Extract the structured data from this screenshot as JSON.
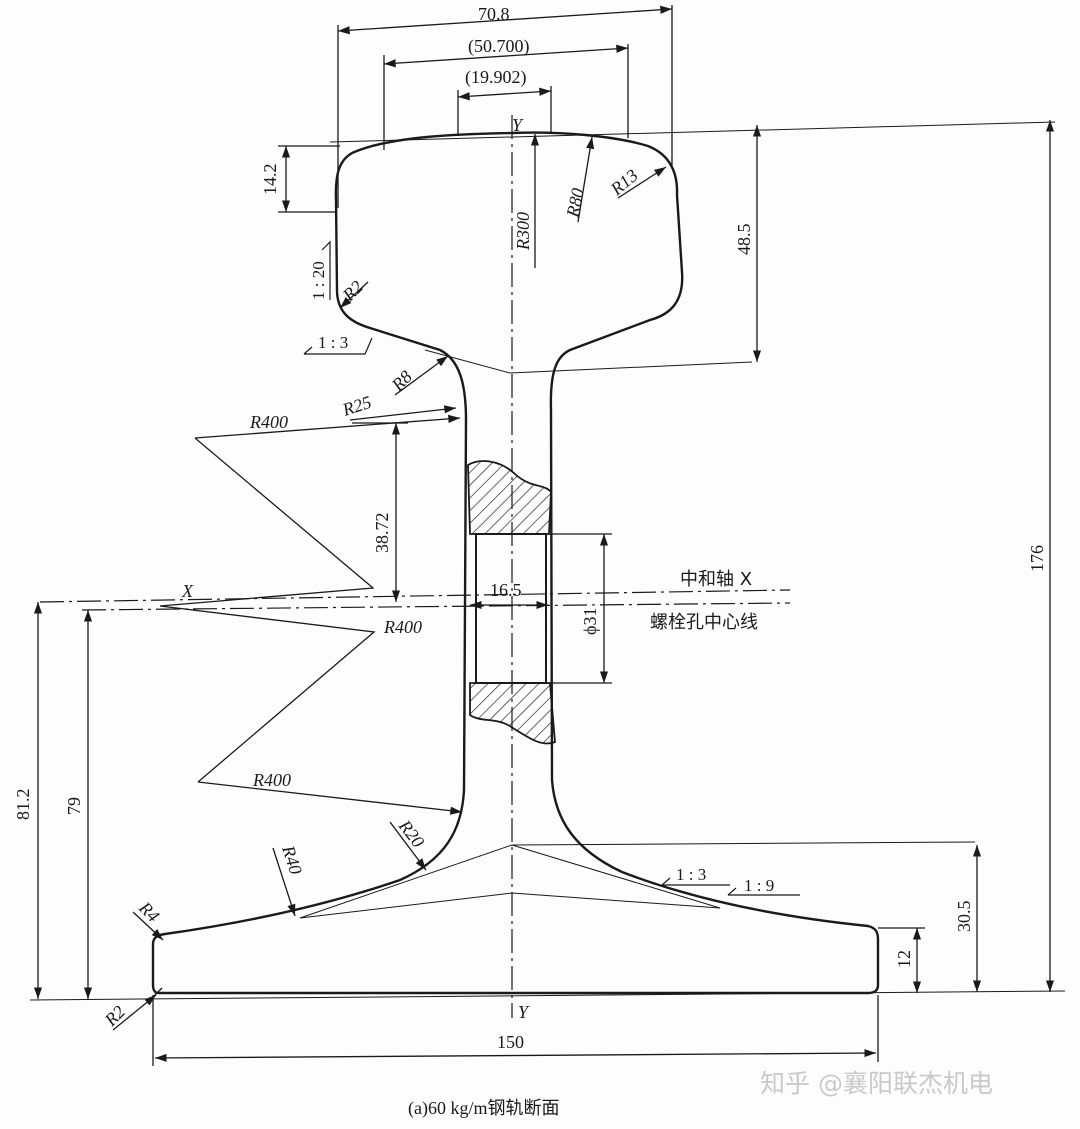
{
  "dimensions": {
    "head_width": "70.8",
    "head_mid": "(50.700)",
    "head_crown": "(19.902)",
    "head_side": "14.2",
    "head_height": "48.5",
    "neutral_dist": "38.72",
    "web_thickness": "16.5",
    "hole_diameter": "ϕ31",
    "total_height": "176",
    "neutral_height": "81.2",
    "hole_height": "79",
    "base_height": "30.5",
    "base_edge": "12",
    "base_width": "150"
  },
  "radii": {
    "r300": "R300",
    "r80": "R80",
    "r13": "R13",
    "r2_head": "R2",
    "r8": "R8",
    "r25": "R25",
    "r400_top": "R400",
    "r400_mid": "R400",
    "r400_low": "R400",
    "r20": "R20",
    "r40": "R40",
    "r4": "R4",
    "r2_base": "R2"
  },
  "slopes": {
    "head_side": "1 : 20",
    "head_under": "1 : 3",
    "base_top_inner": "1 : 3",
    "base_top_outer": "1 : 9"
  },
  "axes": {
    "y_top": "Y",
    "y_bottom": "Y",
    "x_left": "X",
    "neutral_axis": "中和轴 X",
    "bolt_hole_center": "螺栓孔中心线"
  },
  "caption": "(a)60 kg/m钢轨断面",
  "watermark": "知乎 @襄阳联杰机电"
}
